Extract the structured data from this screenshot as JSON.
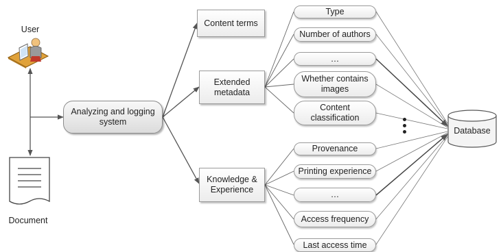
{
  "actors": {
    "user_label": "User",
    "document_label": "Document"
  },
  "central_system": "Analyzing and logging system",
  "categories": {
    "content_terms": "Content terms",
    "extended_metadata": "Extended metadata",
    "knowledge_experience": "Knowledge & Experience"
  },
  "metadata_items": [
    "Type",
    "Number of authors",
    "…",
    "Whether contains images",
    "Content classification"
  ],
  "experience_items": [
    "Provenance",
    "Printing experience",
    "…",
    "Access frequency",
    "Last access time"
  ],
  "database_label": "Database",
  "ellipsis_marker": "vertical-ellipsis",
  "colors": {
    "stroke": "#555555",
    "box_fill": "#f0f0f0",
    "cylinder_fill": "#f4f4f4"
  }
}
